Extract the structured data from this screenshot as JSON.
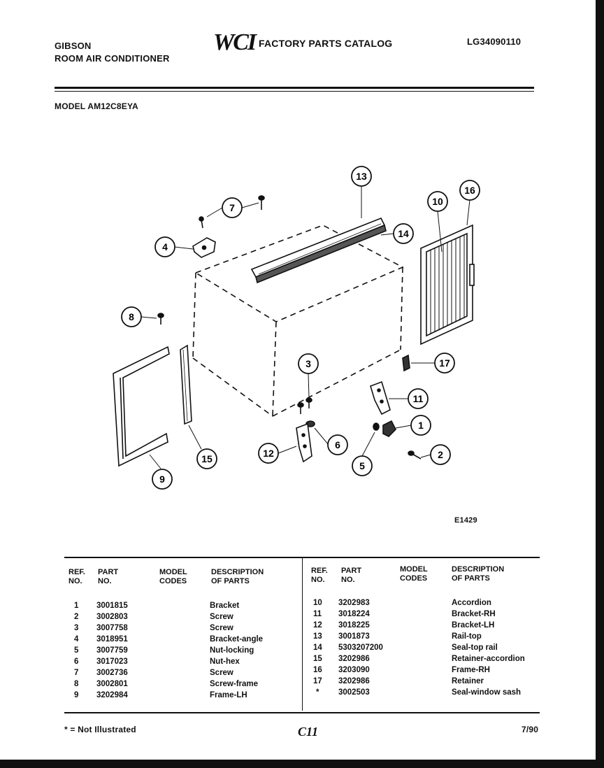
{
  "header": {
    "brand": "GIBSON",
    "product": "ROOM AIR CONDITIONER",
    "logo": "WCI",
    "catalog_title": "FACTORY PARTS CATALOG",
    "catalog_code": "LG34090110",
    "model_label": "MODEL AM12C8EYA"
  },
  "diagram": {
    "figure_code": "E1429",
    "callouts": [
      "13",
      "14",
      "10",
      "16",
      "7",
      "4",
      "8",
      "3",
      "11",
      "17",
      "1",
      "2",
      "5",
      "6",
      "12",
      "15",
      "9"
    ]
  },
  "table": {
    "headers": {
      "ref": "REF.",
      "ref2": "NO.",
      "part": "PART",
      "part2": "NO.",
      "model": "MODEL",
      "model2": "CODES",
      "desc": "DESCRIPTION",
      "desc2": "OF PARTS"
    },
    "left_rows": [
      {
        "ref": "1",
        "part": "3001815",
        "desc": "Bracket"
      },
      {
        "ref": "2",
        "part": "3002803",
        "desc": "Screw"
      },
      {
        "ref": "3",
        "part": "3007758",
        "desc": "Screw"
      },
      {
        "ref": "4",
        "part": "3018951",
        "desc": "Bracket-angle"
      },
      {
        "ref": "5",
        "part": "3007759",
        "desc": "Nut-locking"
      },
      {
        "ref": "6",
        "part": "3017023",
        "desc": "Nut-hex"
      },
      {
        "ref": "7",
        "part": "3002736",
        "desc": "Screw"
      },
      {
        "ref": "8",
        "part": "3002801",
        "desc": "Screw-frame"
      },
      {
        "ref": "9",
        "part": "3202984",
        "desc": "Frame-LH"
      }
    ],
    "right_rows": [
      {
        "ref": "10",
        "part": "3202983",
        "desc": "Accordion"
      },
      {
        "ref": "11",
        "part": "3018224",
        "desc": "Bracket-RH"
      },
      {
        "ref": "12",
        "part": "3018225",
        "desc": "Bracket-LH"
      },
      {
        "ref": "13",
        "part": "3001873",
        "desc": "Rail-top"
      },
      {
        "ref": "14",
        "part": "5303207200",
        "desc": "Seal-top rail"
      },
      {
        "ref": "15",
        "part": "3202986",
        "desc": "Retainer-accordion"
      },
      {
        "ref": "16",
        "part": "3203090",
        "desc": "Frame-RH"
      },
      {
        "ref": "17",
        "part": "3202986",
        "desc": "Retainer"
      },
      {
        "ref": "*",
        "part": "3002503",
        "desc": "Seal-window sash"
      }
    ]
  },
  "footer": {
    "note": "* = Not Illustrated",
    "page": "C11",
    "date": "7/90"
  }
}
